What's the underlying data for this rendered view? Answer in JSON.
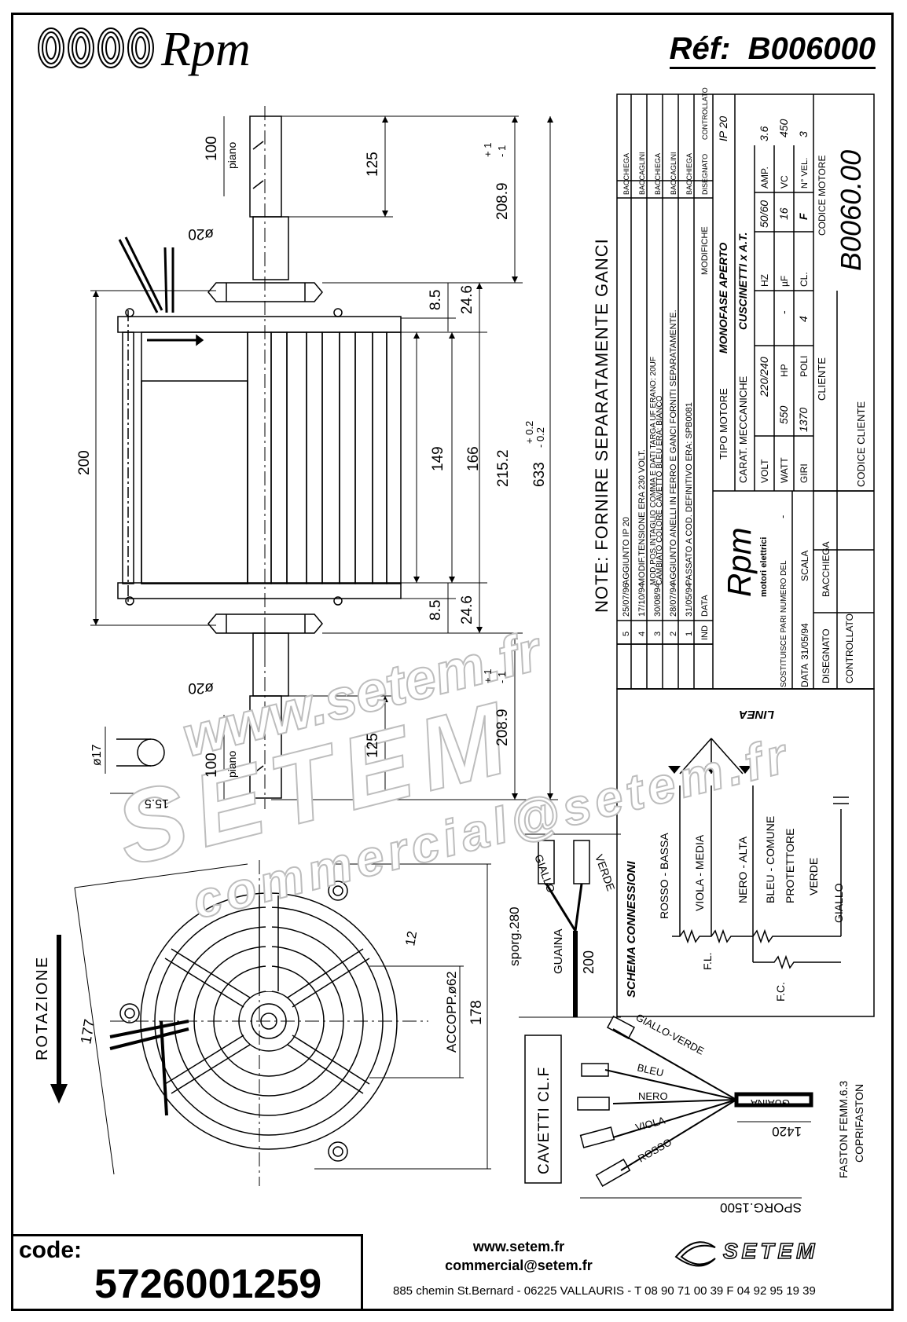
{
  "header": {
    "brand": "Rpm",
    "ref_label": "Réf:",
    "ref_value": "B006000"
  },
  "dims": {
    "d100": "100",
    "piano": "piano",
    "d125": "125",
    "d208": "208.9",
    "tol_p1": "+ 1",
    "tol_m1": "- 1",
    "phi20": "ø20",
    "d8_5": "8.5",
    "d24_6": "24.6",
    "d149": "149",
    "d166": "166",
    "d215": "215.2",
    "d633": "633",
    "tol_p02": "+ 0.2",
    "tol_m02": "- 0.2",
    "d200": "200",
    "phi17": "ø17",
    "d15_5": "15.5",
    "d177": "177",
    "d178": "178",
    "d12": "12",
    "accopp": "ACCOPP.ø62",
    "rotazione": "ROTAZIONE",
    "sporg280": "sporg.280",
    "guaina": "GUAINA",
    "d200b": "200",
    "giallo": "GIALLO",
    "verde": "VERDE",
    "cavetti": "CAVETTI CL.F",
    "sporg1500": "SPORG.1500",
    "d1420": "1420",
    "faston": "FASTON FEMM.6.3",
    "coprifaston": "COPRIFASTON"
  },
  "wires": [
    "GIALLO-VERDE",
    "BLEU",
    "NERO",
    "VIOLA",
    "ROSSO"
  ],
  "wire_guaina": "GUAINA",
  "note": "NOTE: FORNIRE SEPARATAMENTE GANCI",
  "modifications": [
    {
      "ind": "5",
      "date": "25/07/96",
      "text": "AGGIUNTO IP 20",
      "drawn": "BACCHIEGA"
    },
    {
      "ind": "4",
      "date": "17/10/94",
      "text": "MODIF.TENSIONE ERA 230 VOLT.",
      "drawn": "BACCAGLINI"
    },
    {
      "ind": "3",
      "date": "30/08/94",
      "text": "MOD.POS.INTAGLIO COMMA E DATI TARGA UF ERANO: 20UF",
      "text2": "CAMBIATO COLORE CAVETTO BLEU ERA: BIANCO",
      "drawn": "BACCHIEGA"
    },
    {
      "ind": "2",
      "date": "28/07/94",
      "text": "AGGIUNTO ANELLI IN FERRO E GANCI FORNITI SEPARATAMENTE.",
      "drawn": "BACCAGLINI"
    },
    {
      "ind": "1",
      "date": "31/05/94",
      "text": "PASSATO A COD. DEFINITIVO ERA: SPB0081",
      "drawn": "BACCHIEGA"
    }
  ],
  "mod_header": {
    "ind": "IND",
    "date": "DATA",
    "text": "MODIFICHE",
    "drawn": "DISEGNATO",
    "checked": "CONTROLLATO"
  },
  "spec": {
    "tipo_label": "TIPO MOTORE",
    "tipo_value": "MONOFASE APERTO",
    "ip": "IP 20",
    "carat_label": "CARAT. MECCANICHE",
    "carat_value": "CUSCINETTI x A.T.",
    "volt_label": "VOLT",
    "volt_value": "220/240",
    "hz_label": "HZ",
    "hz_value": "50/60",
    "amp_label": "AMP.",
    "amp_value": "3.6",
    "watt_label": "WATT",
    "watt_value": "550",
    "hp_label": "HP",
    "hp_value": "-",
    "uf_label": "µF",
    "uf_value": "16",
    "vc_label": "VC",
    "vc_value": "450",
    "giri_label": "GIRI",
    "giri_value": "1370",
    "poli_label": "POLI",
    "poli_value": "4",
    "cl_label": "CL.",
    "cl_value": "F",
    "nvel_label": "N° VEL.",
    "nvel_value": "3",
    "cliente_label": "CLIENTE",
    "codice_motore_label": "CODICE MOTORE",
    "codice_motore": "B0060.00",
    "codice_cliente_label": "CODICE CLIENTE",
    "logo_sub": "motori elettrici",
    "sostituisce": "SOSTITUISCE PARI NUMERO DEL",
    "sostituisce_value": "-",
    "data_label": "DATA",
    "data_value": "31/05/94",
    "scala_label": "SCALA",
    "disegnato_label": "DISEGNATO",
    "disegnato_value": "BACCHIEGA",
    "controllato_label": "CONTROLLATO"
  },
  "schema": {
    "title": "SCHEMA CONNESSIONI",
    "linea": "LINEA",
    "labels": [
      "ROSSO - BASSA",
      "VIOLA - MEDIA",
      "NERO - ALTA",
      "BLEU - COMUNE",
      "PROTETTORE",
      "VERDE",
      "GIALLO"
    ],
    "fl": "F.L.",
    "fc": "F.C."
  },
  "watermark": {
    "line1": "www.setem.fr",
    "line2": "SETEM",
    "line3": "commercial@setem.fr"
  },
  "footer": {
    "code_label": "code:",
    "code_value": "5726001259",
    "web": "www.setem.fr",
    "email": "commercial@setem.fr",
    "address": "885 chemin St.Bernard  -  06225 VALLAURIS  -  T 08 90 71 00 39   F 04 92 95 19 39",
    "logo": "SETEM"
  }
}
